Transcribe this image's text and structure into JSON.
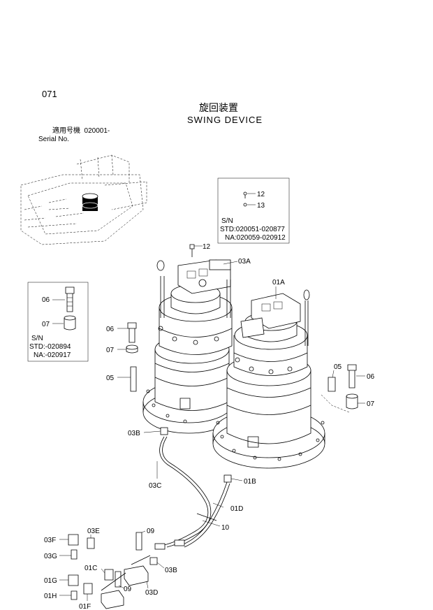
{
  "page": {
    "number": "071",
    "title_jp": "旋回装置",
    "title_en": "SWING DEVICE",
    "serial_label_jp": "適用号機  020001-",
    "serial_label_en": "Serial No."
  },
  "inset_boxes": {
    "right": {
      "sn": "S/N",
      "std": "STD:020051-020877",
      "na": "NA:020059-020912",
      "parts": [
        "12",
        "13"
      ]
    },
    "left": {
      "sn": "S/N",
      "std": "STD:-020894",
      "na": "NA:-020917",
      "parts": [
        "06",
        "07"
      ]
    }
  },
  "callouts": {
    "c12_top": "12",
    "c03A": "03A",
    "c01A": "01A",
    "c06_left": "06",
    "c07_left": "07",
    "c05_left": "05",
    "c05_right": "05",
    "c06_right": "06",
    "c07_right": "07",
    "c03B_top": "03B",
    "c03C": "03C",
    "c01B": "01B",
    "c01D": "01D",
    "c10": "10",
    "c09_top": "09",
    "c03E": "03E",
    "c03F": "03F",
    "c03G": "03G",
    "c03B_bottom": "03B",
    "c01C": "01C",
    "c09_bottom": "09",
    "c03D": "03D",
    "c01G": "01G",
    "c01H": "01H",
    "c01F": "01F"
  }
}
